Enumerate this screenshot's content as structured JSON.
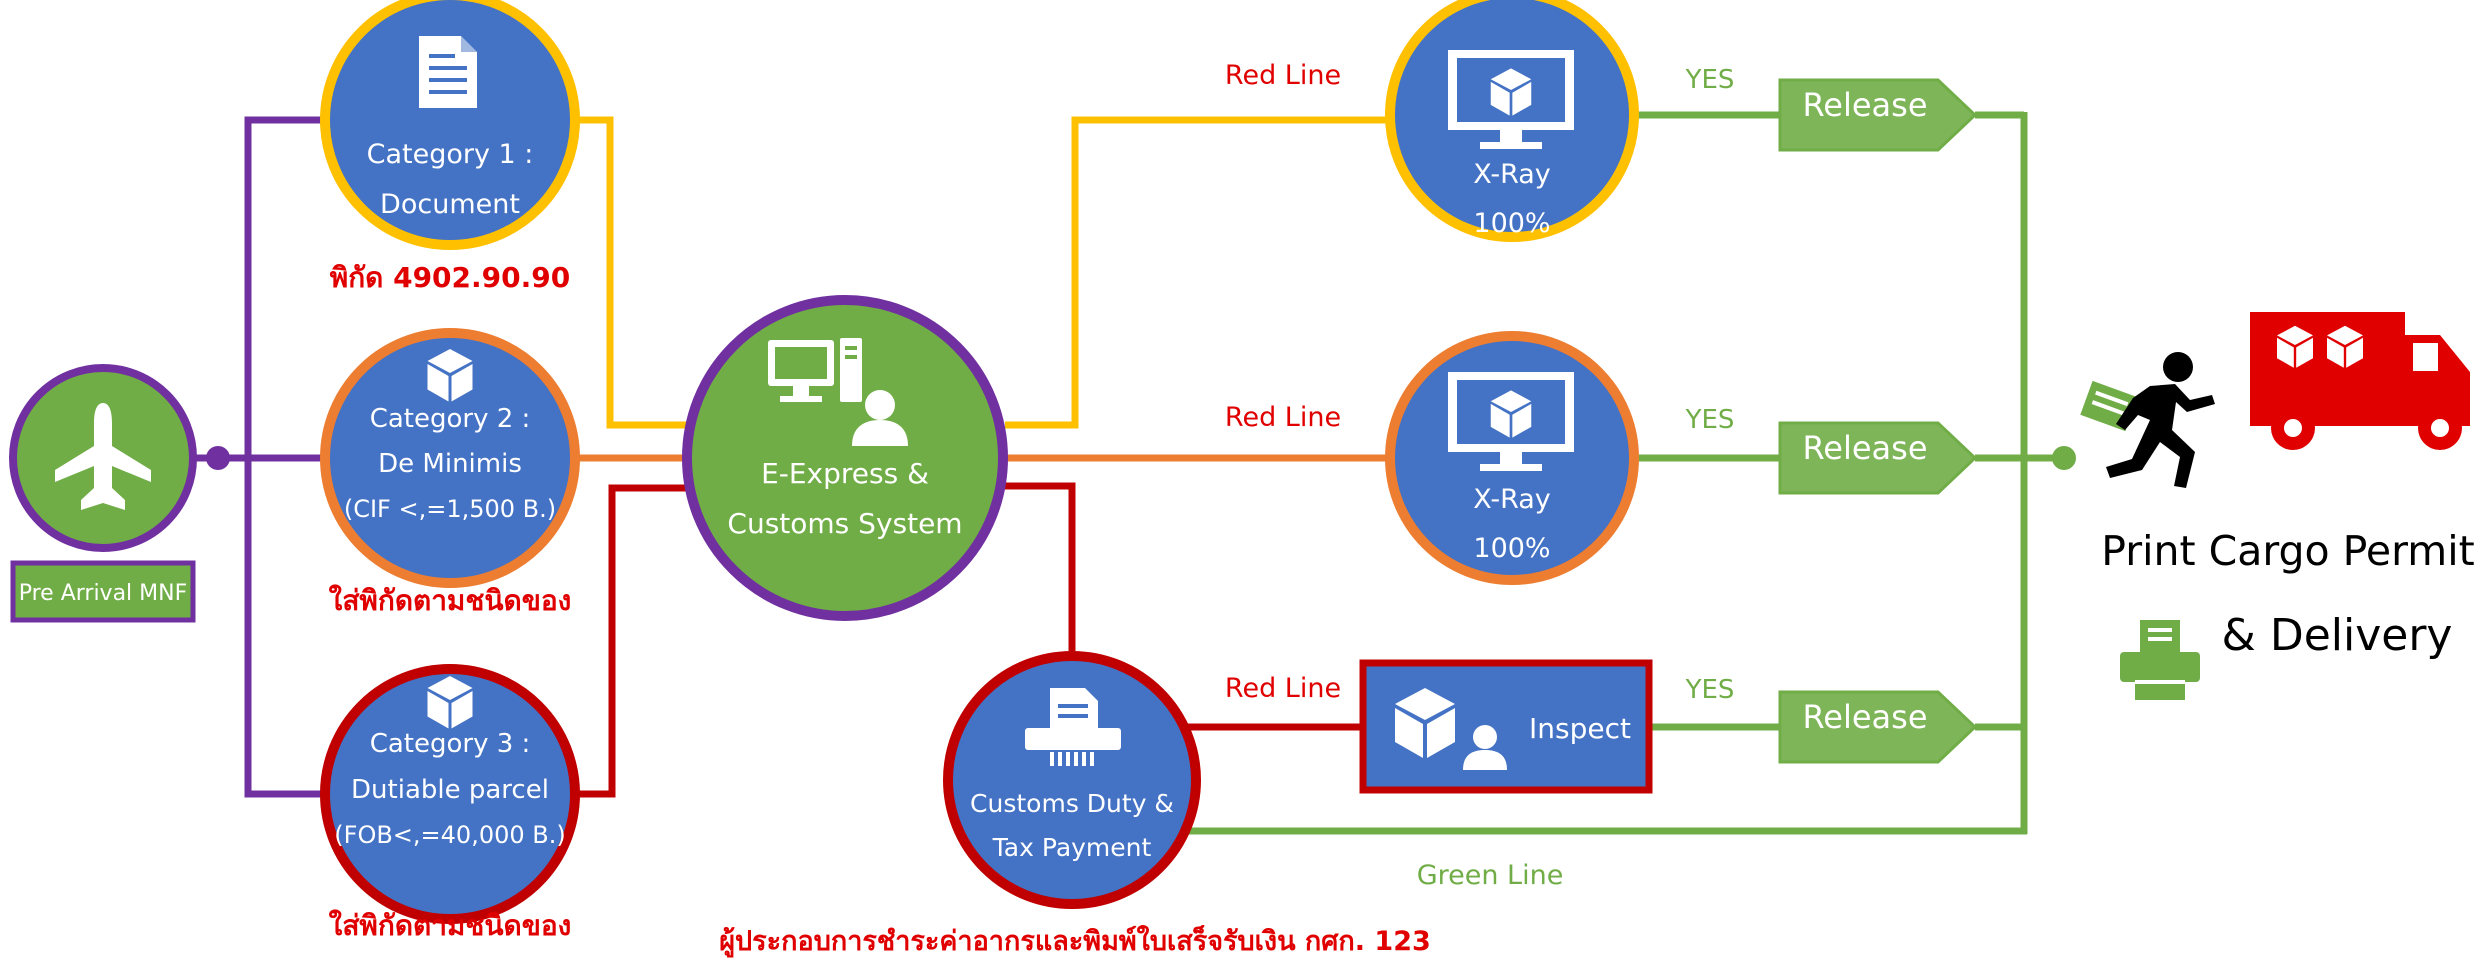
{
  "colors": {
    "node_blue": "#4472C4",
    "node_green": "#70AD47",
    "purple": "#7030A0",
    "yellow": "#FFC000",
    "orange": "#ED7D31",
    "red": "#C00000",
    "green": "#70AD47",
    "label_red": "#E00000",
    "truck_red": "#E00000",
    "white": "#FFFFFF",
    "black": "#000000"
  },
  "icons": {
    "plane": "airplane-icon",
    "document": "document-icon",
    "box": "package-box-icon",
    "computer": "desktop-computer-icon",
    "person": "person-icon",
    "monitor": "monitor-icon",
    "receipt": "receipt-printer-icon",
    "runner": "running-courier-icon",
    "truck": "delivery-truck-icon",
    "printer": "printer-icon"
  },
  "arrival": {
    "label": "Pre Arrival MNF"
  },
  "categories": [
    {
      "line1": "Category 1 :",
      "line2": "Document",
      "line3": "",
      "note": "พิกัด 4902.90.90"
    },
    {
      "line1": "Category 2 :",
      "line2": "De Minimis",
      "line3": "(CIF <,=1,500 B.)",
      "note": "ใส่พิกัดตามชนิดของ"
    },
    {
      "line1": "Category 3 :",
      "line2": "Dutiable parcel",
      "line3": "(FOB<,=40,000 B.)",
      "note": "ใส่พิกัดตามชนิดของ"
    }
  ],
  "system": {
    "line1": "E-Express &",
    "line2": "Customs System"
  },
  "xray": [
    {
      "line1": "X-Ray",
      "line2": "100%"
    },
    {
      "line1": "X-Ray",
      "line2": "100%"
    }
  ],
  "payment": {
    "line1": "Customs Duty &",
    "line2": "Tax Payment",
    "note": "ผู้ประกอบการชำระค่าอากรและพิมพ์ใบเสร็จรับเงิน กศก. 123"
  },
  "inspect": {
    "label": "Inspect"
  },
  "lines": {
    "red_line": "Red Line",
    "green_line": "Green Line",
    "yes": "YES"
  },
  "release": {
    "label": "Release"
  },
  "final": {
    "line1": "Print Cargo Permit",
    "line2": "& Delivery"
  }
}
